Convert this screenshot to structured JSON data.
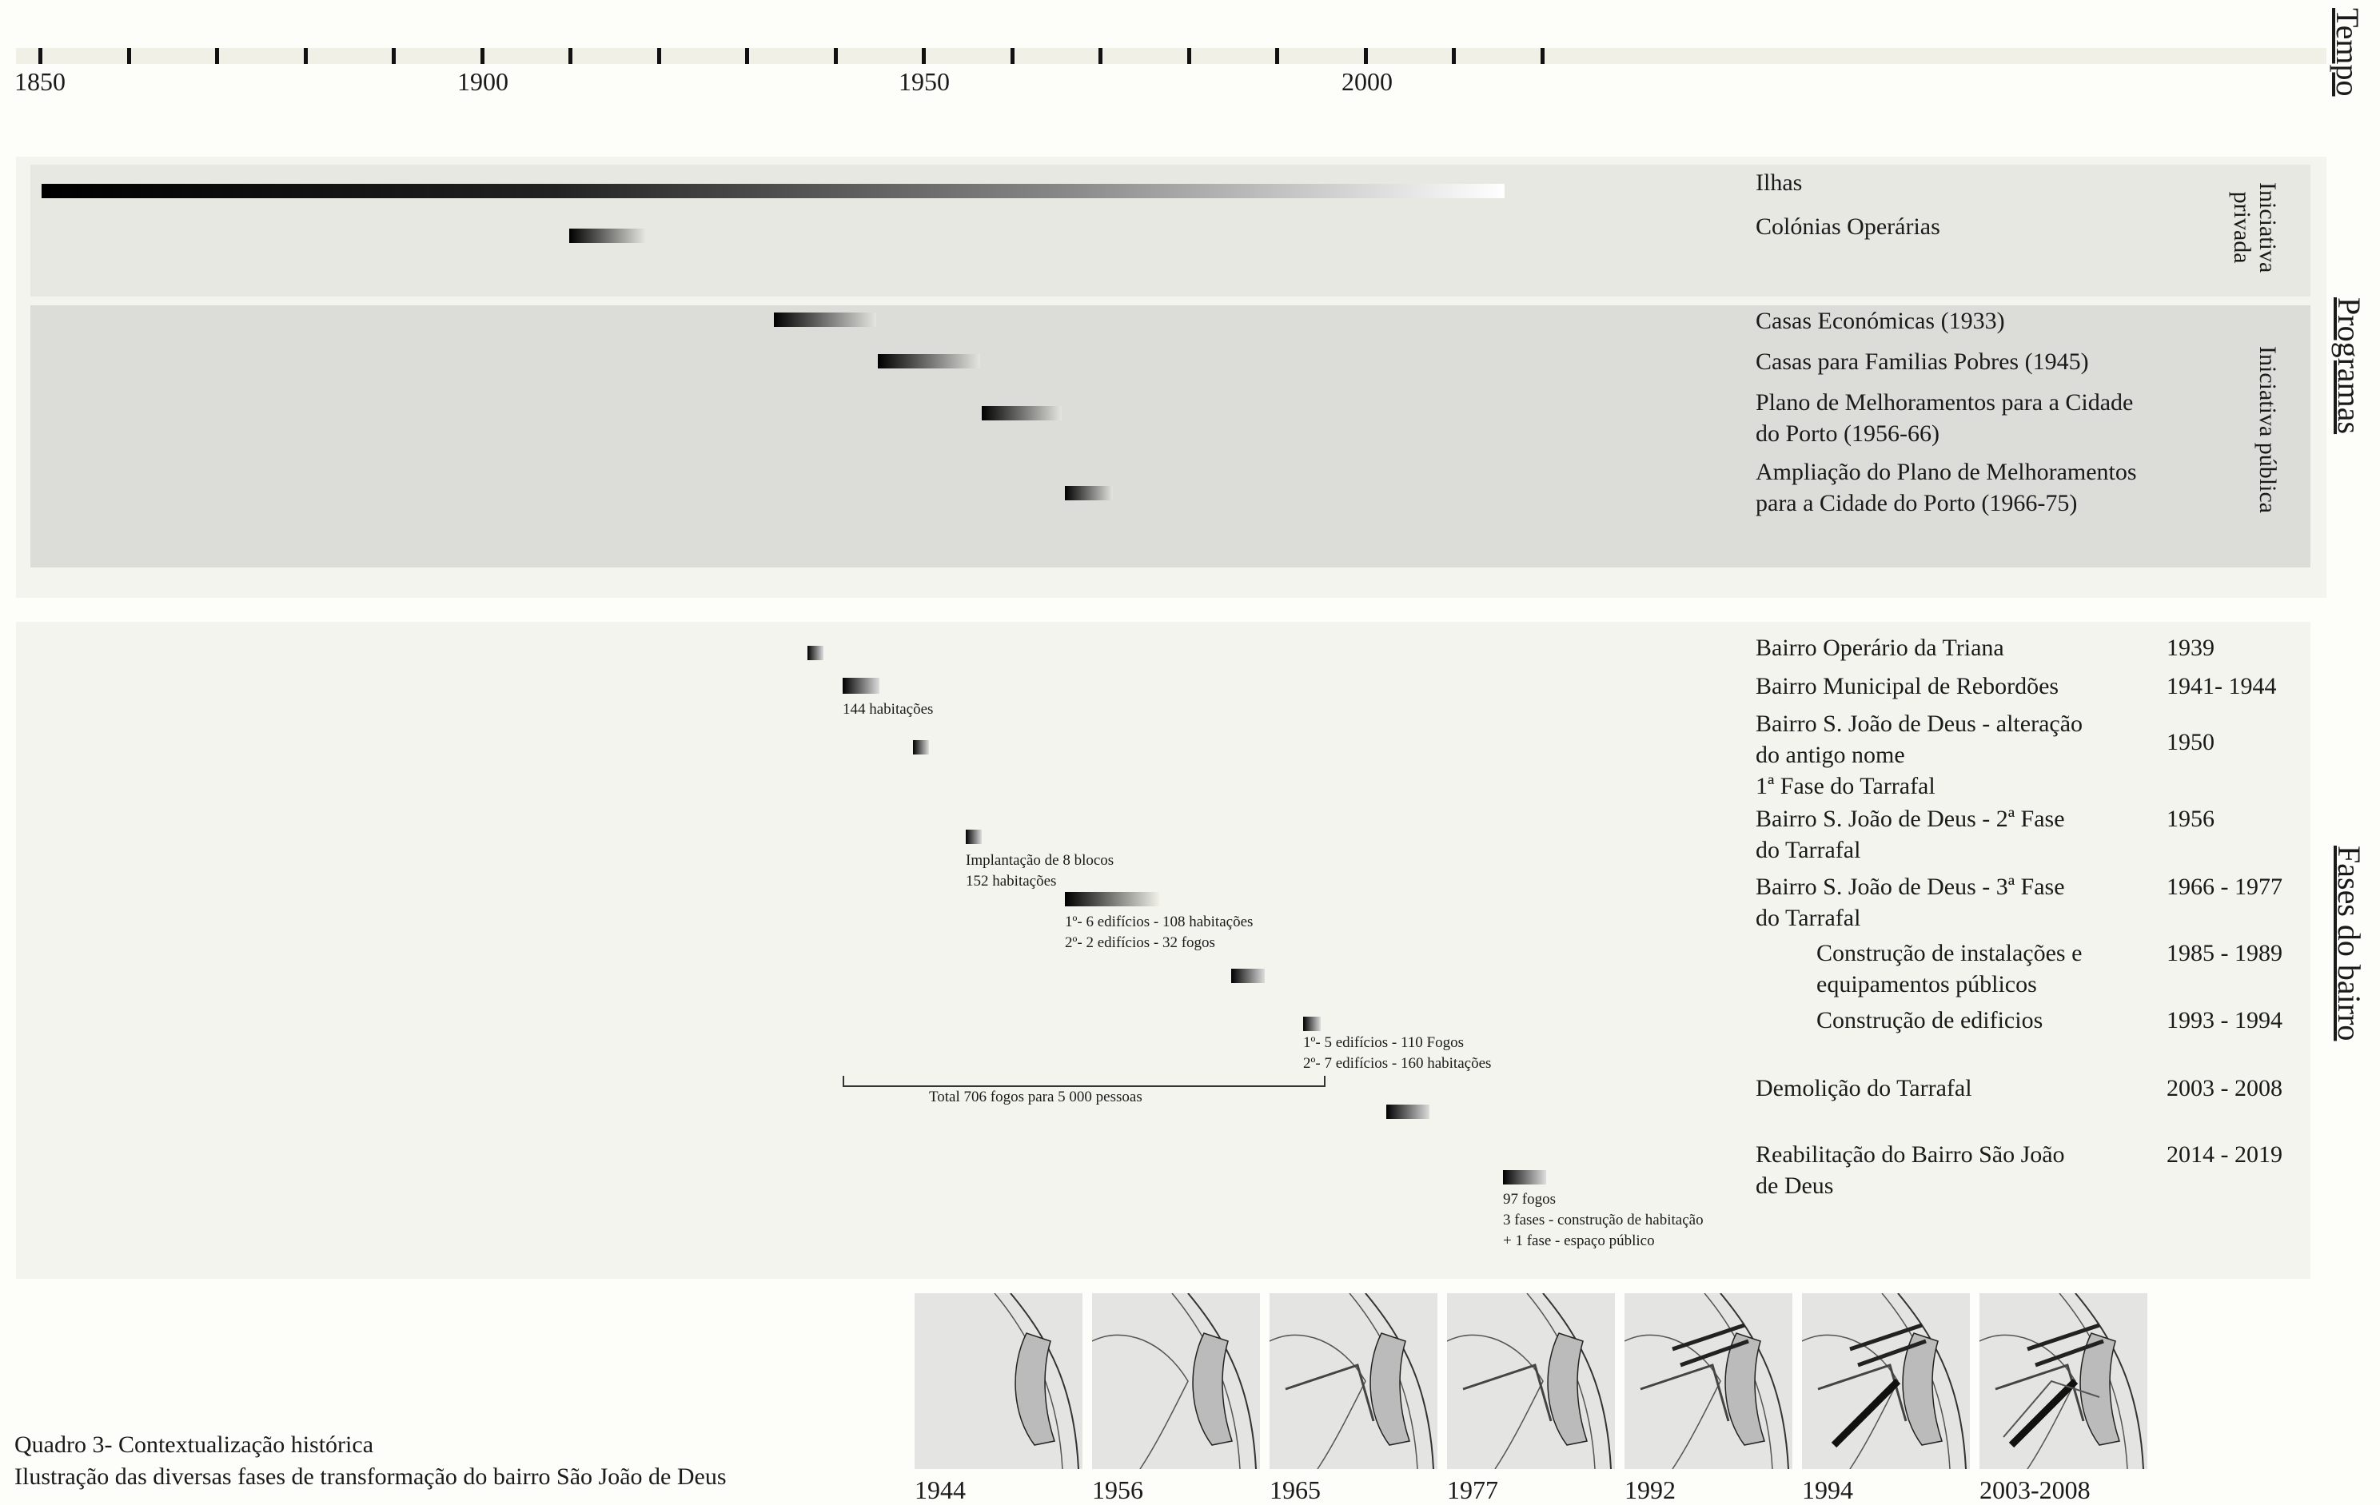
{
  "side_labels": {
    "tempo": "Tempo",
    "programas": "Programas",
    "fases": "Fases do bairro",
    "privada": [
      "Iniciativa",
      "privada"
    ],
    "publica": "Iniciativa pública"
  },
  "axis": {
    "ticks": [
      1850,
      1900,
      1950,
      2000
    ]
  },
  "programs": [
    {
      "label": "Ilhas"
    },
    {
      "label": "Colónias Operárias"
    },
    {
      "label": "Casas Económicas (1933)"
    },
    {
      "label": "Casas para Familias Pobres (1945)"
    },
    {
      "label": [
        "Plano de Melhoramentos para a Cidade",
        "do Porto (1956-66)"
      ]
    },
    {
      "label": [
        "Ampliação do Plano de Melhoramentos",
        "para a Cidade do Porto (1966-75)"
      ]
    }
  ],
  "phases": [
    {
      "label": [
        "Bairro Operário da Triana"
      ],
      "date": "1939"
    },
    {
      "label": [
        "Bairro Municipal de Rebordões"
      ],
      "date": "1941- 1944"
    },
    {
      "label": [
        "Bairro S. João de Deus - alteração",
        "do antigo nome",
        "1ª Fase do Tarrafal"
      ],
      "date": "1950"
    },
    {
      "label": [
        "Bairro S. João de Deus - 2ª Fase",
        "do Tarrafal"
      ],
      "date": "1956"
    },
    {
      "label": [
        "Bairro S. João de Deus - 3ª Fase",
        "do Tarrafal"
      ],
      "date": "1966 - 1977"
    },
    {
      "label": [
        "Construção de instalações e",
        "equipamentos  públicos"
      ],
      "date": "1985 - 1989"
    },
    {
      "label": [
        "Construção de edificios"
      ],
      "date": "1993 - 1994"
    },
    {
      "label": [
        "Demolição do Tarrafal"
      ],
      "date": "2003 - 2008"
    },
    {
      "label": [
        "Reabilitação do Bairro São João",
        "de Deus"
      ],
      "date": "2014 - 2019"
    }
  ],
  "notes": {
    "n144": "144 habitações",
    "n8a": "Implantação de 8 blocos",
    "n8b": "152 habitações",
    "n6a": "1º- 6 edifícios - 108 habitações",
    "n6b": "2º- 2 edifícios - 32 fogos",
    "n5a": "1º- 5 edifícios - 110 Fogos",
    "n5b": "2º- 7 edifícios - 160 habitações",
    "total": "Total 706 fogos para 5 000 pessoas",
    "n97a": "97 fogos",
    "n97b": "3 fases - construção de habitação",
    "n97c": "+ 1 fase - espaço público"
  },
  "thumb_years": [
    "1944",
    "1956",
    "1965",
    "1977",
    "1992",
    "1994",
    "2003-2008"
  ],
  "caption": {
    "line1": "Quadro 3- Contextualização histórica",
    "line2": "Ilustração das diversas fases de transformação do bairro São João de Deus"
  }
}
